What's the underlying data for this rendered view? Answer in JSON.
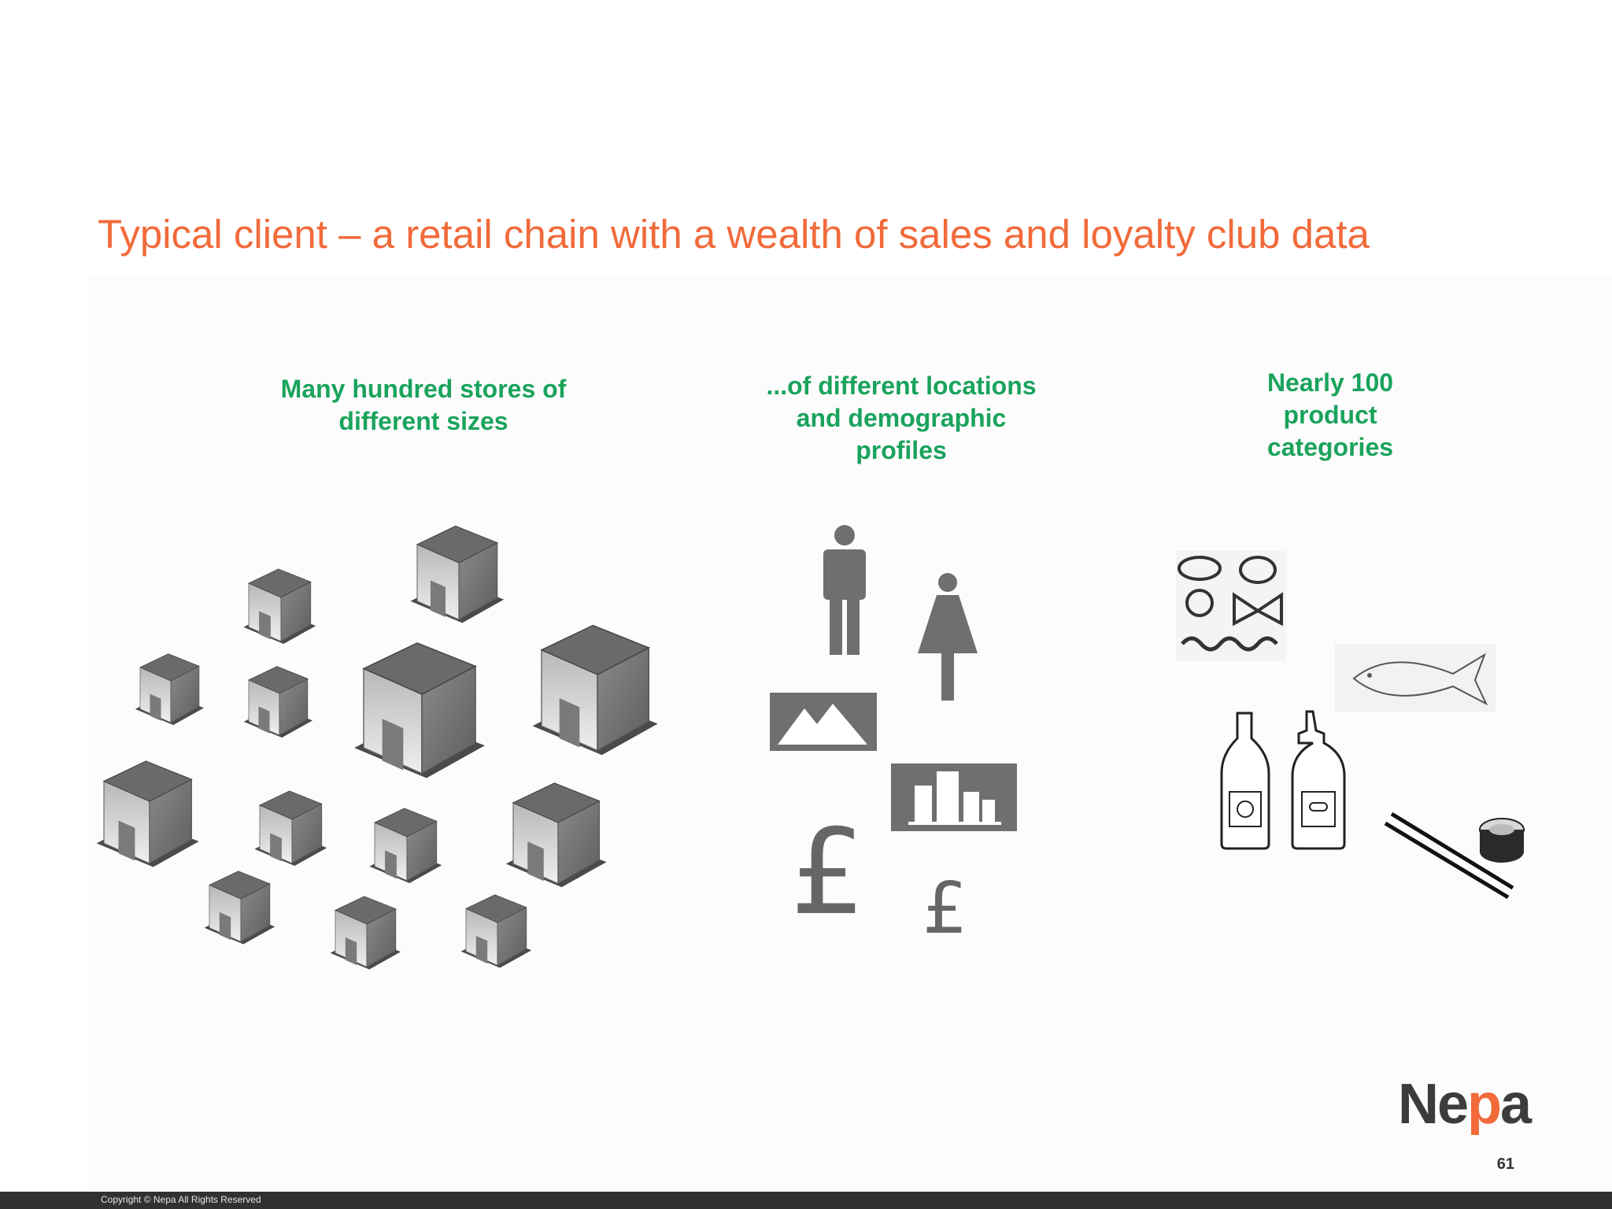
{
  "slide": {
    "title": "Typical client – a retail chain with a wealth of sales and loyalty club data",
    "page_number": "61"
  },
  "columns": [
    {
      "caption_lines": [
        "Many hundred stores of",
        "different sizes"
      ],
      "icon": "shop-buildings-icon"
    },
    {
      "caption_lines": [
        "...of different locations",
        "and demographic",
        "profiles"
      ],
      "icon": "demographics-icons"
    },
    {
      "caption_lines": [
        "Nearly 100",
        "product",
        "categories"
      ],
      "icon": "product-category-icons"
    }
  ],
  "symbols": {
    "pound": "£"
  },
  "logo": {
    "prefix": "Ne",
    "accent": "p",
    "suffix": "a"
  },
  "footer": {
    "copyright": "Copyright © Nepa All Rights Reserved"
  },
  "colors": {
    "title": "#f26a3a",
    "caption": "#1aa35c",
    "icon_grey": "#6f6f6f",
    "footer_bar": "#2f3133"
  }
}
